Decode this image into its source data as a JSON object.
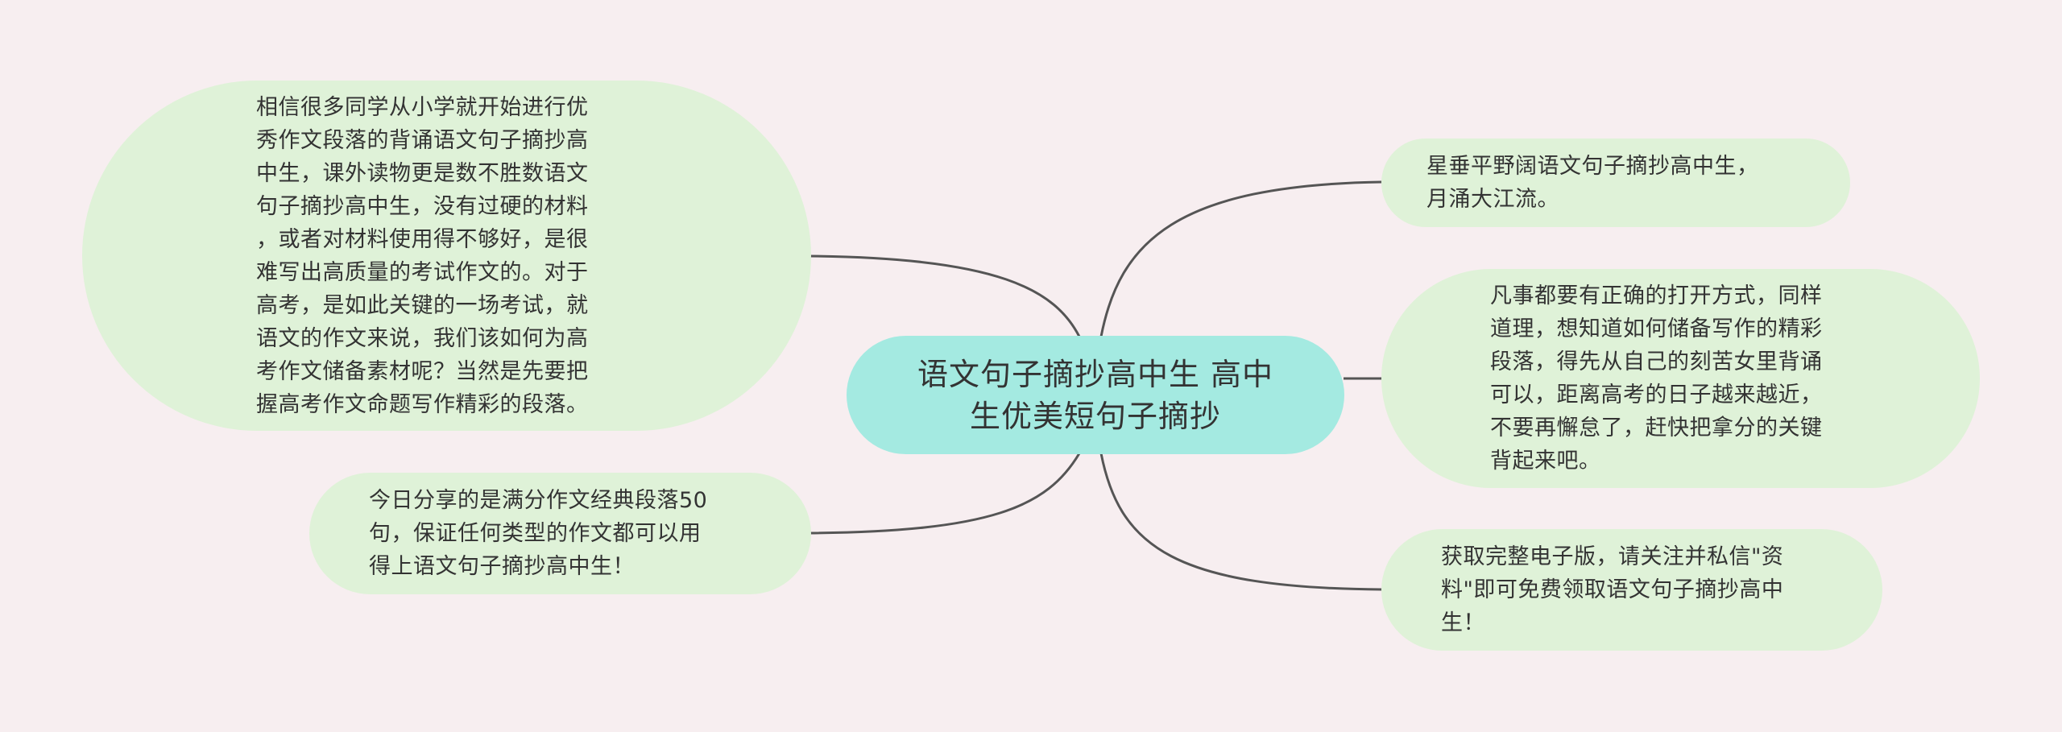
{
  "mindmap": {
    "center": {
      "text": "语文句子摘抄高中生 高中\n生优美短句子摘抄"
    },
    "left_nodes": [
      {
        "text": "相信很多同学从小学就开始进行优\n秀作文段落的背诵语文句子摘抄高\n中生，课外读物更是数不胜数语文\n句子摘抄高中生，没有过硬的材料\n，或者对材料使用得不够好，是很\n难写出高质量的考试作文的。对于\n高考，是如此关键的一场考试，就\n语文的作文来说，我们该如何为高\n考作文储备素材呢？当然是先要把\n握高考作文命题写作精彩的段落。"
      },
      {
        "text": "今日分享的是满分作文经典段落50\n句，保证任何类型的作文都可以用\n得上语文句子摘抄高中生！"
      }
    ],
    "right_nodes": [
      {
        "text": "星垂平野阔语文句子摘抄高中生，\n月涌大江流。"
      },
      {
        "text": "凡事都要有正确的打开方式，同样\n道理，想知道如何储备写作的精彩\n段落，得先从自己的刻苦女里背诵\n可以，距离高考的日子越来越近，\n不要再懈怠了，赶快把拿分的关键\n背起来吧。"
      },
      {
        "text": "获取完整电子版，请关注并私信\"资\n料\"即可免费领取语文句子摘抄高中\n生！"
      }
    ],
    "colors": {
      "background": "#f7eef0",
      "center_fill": "#a4eae1",
      "node_fill": "#dff2d8",
      "connector": "#555555",
      "text": "#333333"
    }
  }
}
